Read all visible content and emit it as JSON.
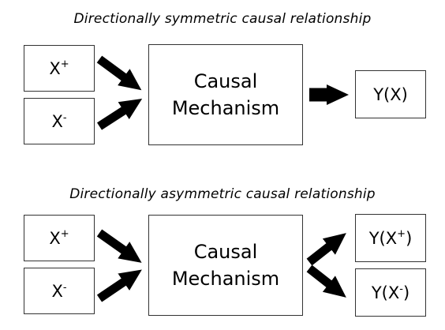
{
  "symmetric": {
    "title": "Directionally symmetric causal relationship",
    "x_plus": {
      "base": "X",
      "mark": "+"
    },
    "x_minus": {
      "base": "X",
      "mark": "-"
    },
    "mechanism": [
      "Causal",
      "Mechanism"
    ],
    "outcome": "Y(X)"
  },
  "asymmetric": {
    "title": "Directionally asymmetric causal relationship",
    "x_plus": {
      "base": "X",
      "mark": "+"
    },
    "x_minus": {
      "base": "X",
      "mark": "-"
    },
    "mechanism": [
      "Causal",
      "Mechanism"
    ],
    "outcome_plus": {
      "prefix": "Y(X",
      "mark": "+",
      "suffix": ")"
    },
    "outcome_minus": {
      "prefix": "Y(X",
      "mark": "-",
      "suffix": ")"
    }
  },
  "colors": {
    "ink": "#000000",
    "border": "#333333",
    "background": "#ffffff"
  }
}
